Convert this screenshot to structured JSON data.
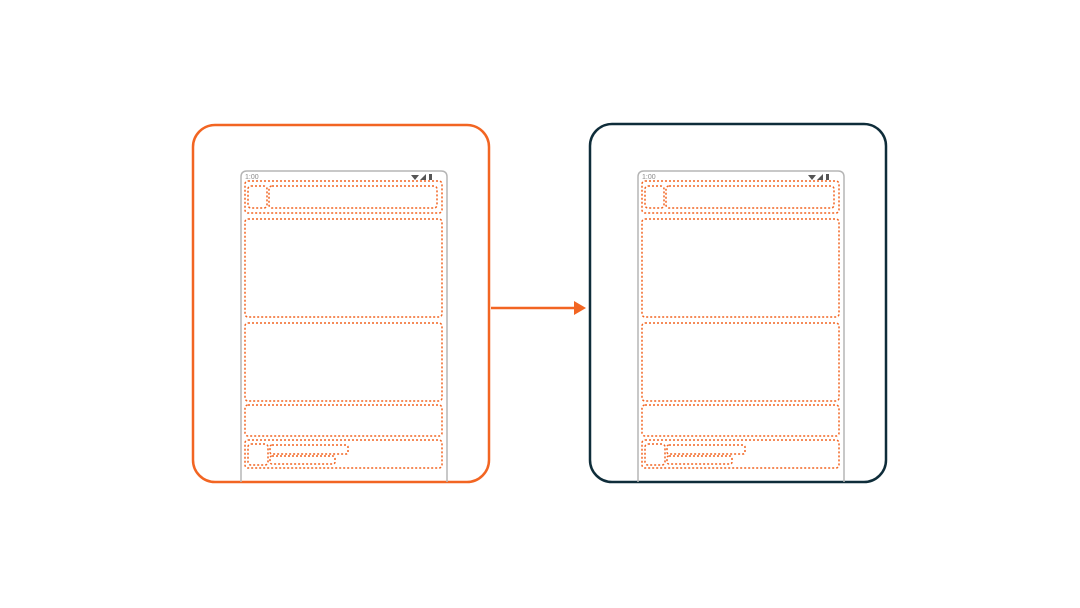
{
  "colors": {
    "left_frame": "#f26522",
    "right_frame": "#0f2d3a",
    "arrow": "#f26522",
    "region_outline": "#f26522",
    "phone_outline": "#b5b5b5",
    "status_text": "#8a8a8a",
    "status_icons": "#555555"
  },
  "phones": [
    {
      "id": "before",
      "status_time": "1:00",
      "status_icons": [
        "wifi-icon",
        "signal-icon",
        "battery-icon"
      ]
    },
    {
      "id": "after",
      "status_time": "1:00",
      "status_icons": [
        "wifi-icon",
        "signal-icon",
        "battery-icon"
      ]
    }
  ],
  "arrow_direction": "left-to-right"
}
